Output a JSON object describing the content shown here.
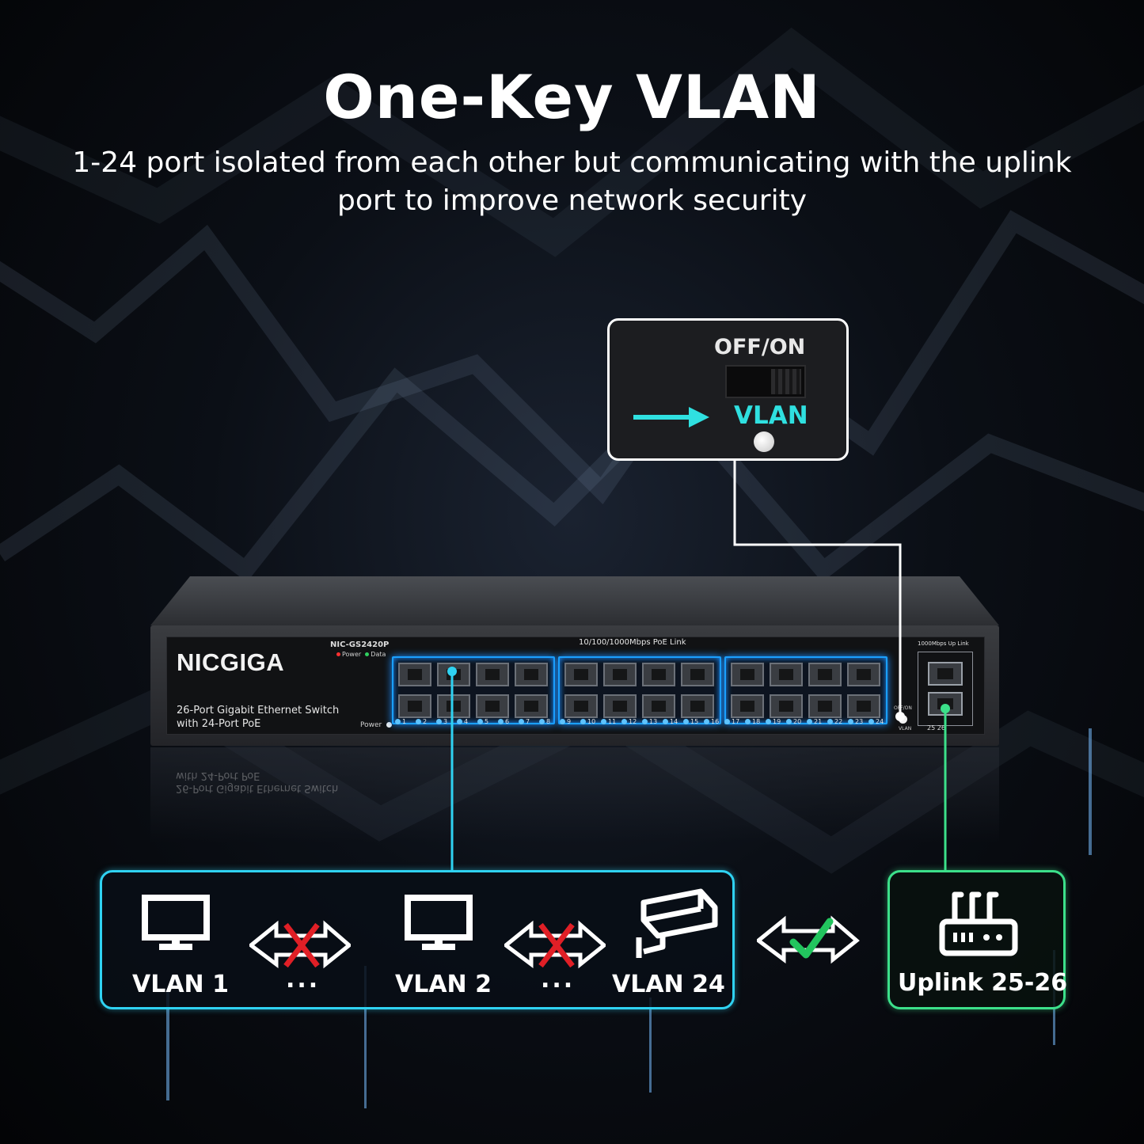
{
  "headline": "One-Key VLAN",
  "subline_1": "1-24 port isolated from each other but communicating with the uplink",
  "subline_2": "port to improve network security",
  "callout": {
    "switch_label": "OFF/ON",
    "mode_label": "VLAN",
    "accent": "#2fe0e0"
  },
  "device": {
    "brand": "NICGIGA",
    "model": "NIC-GS2420P",
    "legend_power": "Power",
    "legend_data": "Data",
    "description_line1": "26-Port Gigabit Ethernet Switch",
    "description_line2": "with 24-Port PoE",
    "power_label": "Power",
    "poe_caption": "10/100/1000Mbps PoE Link",
    "offon_label": "OFF/ON",
    "vlan_label": "VLAN",
    "uplink_caption": "1000Mbps Up Link",
    "uplink_numbers": "25    26",
    "port_numbers": [
      "1",
      "2",
      "3",
      "4",
      "5",
      "6",
      "7",
      "8",
      "9",
      "10",
      "11",
      "12",
      "13",
      "14",
      "15",
      "16",
      "17",
      "18",
      "19",
      "20",
      "21",
      "22",
      "23",
      "24"
    ]
  },
  "vlan_group": {
    "items": [
      "VLAN 1",
      "VLAN 2",
      "VLAN 24"
    ],
    "ellipsis": "...",
    "border_color": "#2fd2f2"
  },
  "uplink": {
    "label": "Uplink 25-26",
    "border_color": "#3ce08a"
  },
  "icons": {
    "computer_1": "monitor-icon",
    "computer_2": "monitor-icon",
    "camera": "security-camera-icon",
    "blocked": "blocked-bidirectional-arrow-icon",
    "allowed": "allowed-bidirectional-arrow-icon",
    "router": "router-icon"
  }
}
